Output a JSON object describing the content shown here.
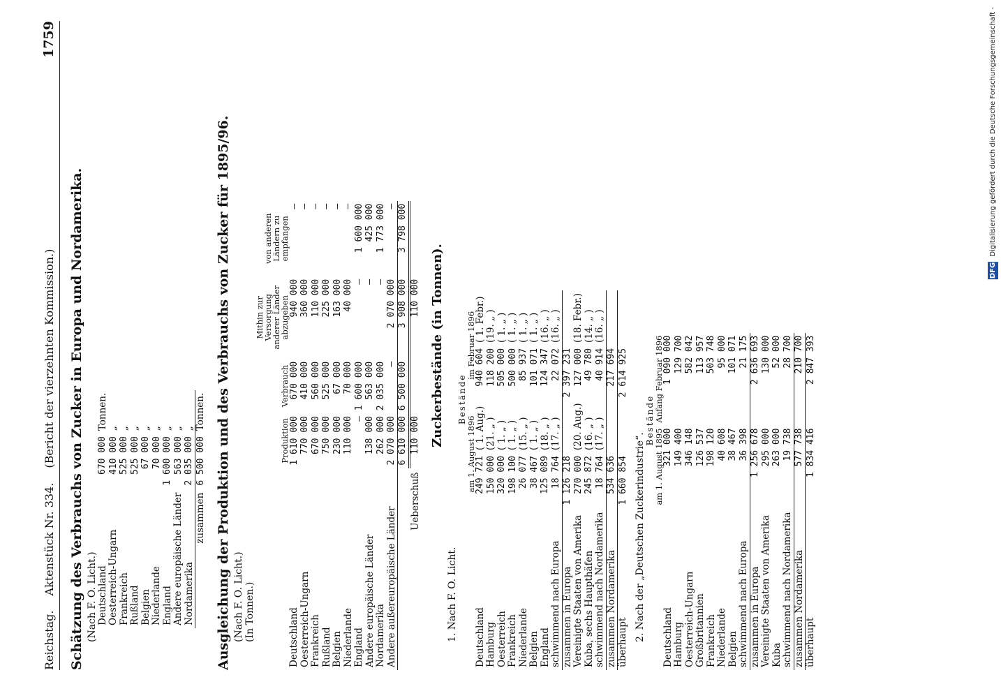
{
  "side_note": {
    "text": "Digitalisierung gefördert durch die Deutsche Forschungsgemeinschaft -",
    "badge": "DFG"
  },
  "running_head": {
    "left1": "Reichstag.",
    "left2": "Aktenstück Nr. 334.",
    "left3": "(Bericht der vierzehnten Kommission.)",
    "page": "1759"
  },
  "section1": {
    "title": "Schätzung des Verbrauchs von Zucker in Europa und Nordamerika.",
    "subtitle": "(Nach F. O. Licht.)",
    "rows": [
      {
        "label": "Deutschland",
        "value": "670 000",
        "unit": "Tonnen."
      },
      {
        "label": "Oesterreich-Ungarn",
        "value": "410 000",
        "unit": "„"
      },
      {
        "label": "Frankreich",
        "value": "525 000",
        "unit": "„"
      },
      {
        "label": "Rußland",
        "value": "525 000",
        "unit": "„"
      },
      {
        "label": "Belgien",
        "value": "67 000",
        "unit": "„"
      },
      {
        "label": "Niederlande",
        "value": "70 000",
        "unit": "„"
      },
      {
        "label": "England",
        "value": "1 600 000",
        "unit": "„"
      },
      {
        "label": "Andere europäische Länder",
        "value": "563 000",
        "unit": "„"
      },
      {
        "label": "Nordamerika",
        "value": "2 035 000",
        "unit": "„"
      }
    ],
    "total_label": "zusammen",
    "total_value": "6 500 000",
    "total_unit": "Tonnen."
  },
  "section2": {
    "title": "Ausgleichung der Produktion und des Verbrauchs von Zucker für 1895/96.",
    "subtitle1": "(Nach F. O. Licht.)",
    "subtitle2": "(In Tonnen.)",
    "col_headers": [
      "Produktion",
      "Verbrauch",
      "Mithin zur Versorgung anderer Länder abzugeben",
      "von anderen Ländern zu empfangen"
    ],
    "rows": [
      {
        "label": "Deutschland",
        "prod": "1 610 000",
        "verb": "670 000",
        "abz": "940 000",
        "emp": "—"
      },
      {
        "label": "Oesterreich-Ungarn",
        "prod": "770 000",
        "verb": "410 000",
        "abz": "360 000",
        "emp": "—"
      },
      {
        "label": "Frankreich",
        "prod": "670 000",
        "verb": "560 000",
        "abz": "110 000",
        "emp": "—"
      },
      {
        "label": "Rußland",
        "prod": "750 000",
        "verb": "525 000",
        "abz": "225 000",
        "emp": "—"
      },
      {
        "label": "Belgien",
        "prod": "230 000",
        "verb": "67 000",
        "abz": "163 000",
        "emp": "—"
      },
      {
        "label": "Niederlande",
        "prod": "110 000",
        "verb": "70 000",
        "abz": "40 000",
        "emp": "—"
      },
      {
        "label": "England",
        "prod": "—",
        "verb": "1 600 000",
        "abz": "—",
        "emp": "1 600 000"
      },
      {
        "label": "Andere europäische Länder",
        "prod": "138 000",
        "verb": "563 000",
        "abz": "—",
        "emp": "425 000"
      },
      {
        "label": "Nordamerika",
        "prod": "262 000",
        "verb": "2 035 000",
        "abz": "—",
        "emp": "1 773 000"
      },
      {
        "label": "Andere außereuropäische Länder",
        "prod": "2 070 000",
        "verb": "—",
        "abz": "2 070 000",
        "emp": "—"
      }
    ],
    "totals": {
      "prod": "6 610 000",
      "verb": "6 500 000",
      "abz": "3 908 000",
      "emp": "3 798 000"
    },
    "surplus_label": "Ueberschuß",
    "surplus_a": "110 000",
    "surplus_b": "110 000"
  },
  "section3": {
    "title": "Zuckerbestände (in Tonnen).",
    "sub1": "1. Nach F. O. Licht.",
    "bestaende": "Bestände",
    "col_a": "am 1. August 1896",
    "col_b": "im Februar 1896",
    "rows": [
      {
        "label": "Deutschland",
        "a": "249 721",
        "a_note": "( 1. Aug.)",
        "b": "940 604",
        "b_note": "( 1. Febr.)"
      },
      {
        "label": "Hamburg",
        "a": "150 000",
        "a_note": "(21. „ )",
        "b": "118 200",
        "b_note": "(19. „ )"
      },
      {
        "label": "Oesterreich",
        "a": "320 000",
        "a_note": "( 1. „ )",
        "b": "505 000",
        "b_note": "( 1. „ )"
      },
      {
        "label": "Frankreich",
        "a": "198 100",
        "a_note": "( 1. „ )",
        "b": "500 000",
        "b_note": "( 1. „ )"
      },
      {
        "label": "Niederlande",
        "a": "26 077",
        "a_note": "(15. „ )",
        "b": "85 937",
        "b_note": "( 1. „ )"
      },
      {
        "label": "Belgien",
        "a": "38 467",
        "a_note": "( 1. „ )",
        "b": "101 071",
        "b_note": "( 1. „ )"
      },
      {
        "label": "England",
        "a": "125 089",
        "a_note": "(18. „ )",
        "b": "124 347",
        "b_note": "(16. „ )"
      },
      {
        "label": "schwimmend nach Europa",
        "a": "18 764",
        "a_note": "(17. „ )",
        "b": "22 072",
        "b_note": "(16. „ )"
      }
    ],
    "eu_total_label": "zusammen in Europa",
    "eu_total_a": "1 126 218",
    "eu_total_b": "2 397 231",
    "am_rows": [
      {
        "label": "Vereinigte Staaten von Amerika",
        "a": "270 000",
        "a_note": "(20. Aug.)",
        "b": "127 000",
        "b_note": "(18. Febr.)"
      },
      {
        "label": "Kuba, sechs Haupthäfen",
        "a": "245 872",
        "a_note": "(16. „ )",
        "b": "49 780",
        "b_note": "(14. „ )"
      },
      {
        "label": "schwimmend nach Nordamerika",
        "a": "18 764",
        "a_note": "(17. „ )",
        "b": "40 914",
        "b_note": "(16. „ )"
      }
    ],
    "na_total_label": "zusammen Nordamerika",
    "na_total_a": "534 636",
    "na_total_b": "217 694",
    "grand_label": "überhaupt",
    "grand_a": "1 660 854",
    "grand_b": "2 614 925"
  },
  "section4": {
    "sub2": "2. Nach der „Deutschen Zuckerindustrie“.",
    "bestaende": "Bestände",
    "col_a": "am 1. August 1895",
    "col_b": "Anfang Februar 1896",
    "rows": [
      {
        "label": "Deutschland",
        "a": "321 000",
        "b": "1 090 000"
      },
      {
        "label": "Hamburg",
        "a": "149 400",
        "b": "129 700"
      },
      {
        "label": "Oesterreich-Ungarn",
        "a": "346 148",
        "b": "582 042"
      },
      {
        "label": "Großbritannien",
        "a": "126 537",
        "b": "113 957"
      },
      {
        "label": "Frankreich",
        "a": "198 120",
        "b": "503 748"
      },
      {
        "label": "Niederlande",
        "a": "40 608",
        "b": "95 000"
      },
      {
        "label": "Belgien",
        "a": "38 467",
        "b": "101 071"
      },
      {
        "label": "schwimmend nach Europa",
        "a": "36 398",
        "b": "21 175"
      }
    ],
    "eu_total_label": "zusammen in Europa",
    "eu_total_a": "1 256 678",
    "eu_total_b": "2 636 693",
    "am_rows": [
      {
        "label": "Vereinigte Staaten von Amerika",
        "a": "295 000",
        "b": "130 000"
      },
      {
        "label": "Kuba",
        "a": "263 000",
        "b": "52 000"
      },
      {
        "label": "schwimmend nach Nordamerika",
        "a": "19 738",
        "b": "28 700"
      }
    ],
    "na_total_label": "zusammen Nordamerika",
    "na_total_a": "577 738",
    "na_total_b": "210 700",
    "grand_label": "überhaupt",
    "grand_a": "1 834 416",
    "grand_b": "2 847 393"
  }
}
